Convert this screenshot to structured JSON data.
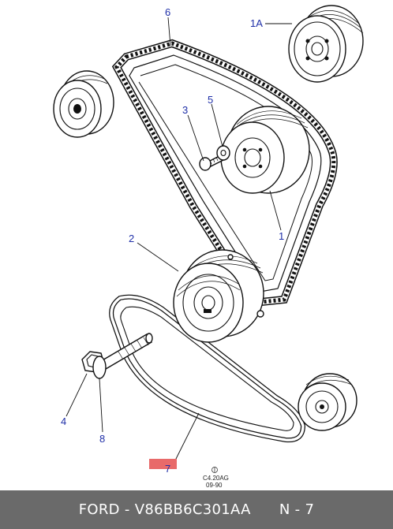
{
  "callouts": {
    "c6": "6",
    "c1a": "1A",
    "c3": "3",
    "c5": "5",
    "c1": "1",
    "c2": "2",
    "c4": "4",
    "c8": "8",
    "c7": "7"
  },
  "drawing_code": {
    "line1": "C4.20AG",
    "line2": "09-90"
  },
  "footer": {
    "brand": "FORD",
    "separator": "-",
    "part_number": "V86BB6C301AA",
    "page": "N - 7"
  },
  "colors": {
    "callout": "#1f2fa8",
    "highlight": "#e86a6a",
    "footer_bg": "#6a6a6a"
  }
}
